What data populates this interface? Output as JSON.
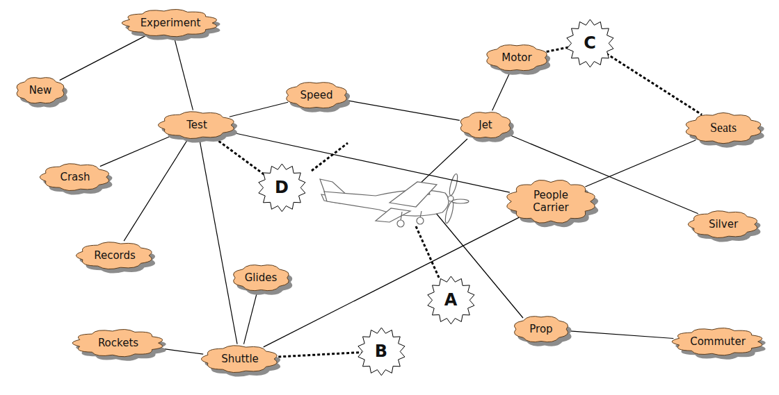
{
  "diagram": {
    "nodes": [
      {
        "text": [
          "Experiment"
        ]
      },
      {
        "text": [
          "Motor"
        ]
      },
      {
        "text": [
          "C"
        ]
      },
      {
        "text": [
          "New"
        ]
      },
      {
        "text": [
          "Speed"
        ]
      },
      {
        "text": [
          "Test"
        ]
      },
      {
        "text": [
          "Jet"
        ]
      },
      {
        "text": [
          "Seats"
        ]
      },
      {
        "text": [
          "Crash"
        ]
      },
      {
        "text": [
          "D"
        ]
      },
      {
        "text": [
          "People Carrier"
        ]
      },
      {
        "text": [
          "Silver"
        ]
      },
      {
        "text": [
          "Records"
        ]
      },
      {
        "text": [
          "Glides"
        ]
      },
      {
        "text": [
          "A"
        ]
      },
      {
        "text": [
          "Prop"
        ]
      },
      {
        "text": [
          "Rockets"
        ]
      },
      {
        "text": [
          "Shuttle"
        ]
      },
      {
        "text": [
          "B"
        ]
      },
      {
        "text": [
          "Commuter"
        ]
      }
    ],
    "edges": [
      {
        "from": 3,
        "to": 0,
        "arrow": "none"
      },
      {
        "from": 0,
        "to": 5,
        "arrow": "none"
      },
      {
        "from": 5,
        "to": 4,
        "arrow": "none"
      },
      {
        "from": 4,
        "to": 6,
        "arrow": "none"
      },
      {
        "from": 5,
        "to": 8,
        "arrow": "none"
      },
      {
        "from": 5,
        "to": 12,
        "arrow": "none"
      },
      {
        "from": 5,
        "to": 17,
        "arrow": "none"
      },
      {
        "from": 5,
        "to": 10,
        "arrow": "none"
      },
      {
        "from": 1,
        "to": 6,
        "arrow": "none"
      },
      {
        "from": 6,
        "to": 11,
        "arrow": "none"
      },
      {
        "from": 10,
        "to": 7,
        "arrow": "none"
      },
      {
        "from": 10,
        "to": 17,
        "arrow": "none"
      },
      {
        "from": 13,
        "to": 17,
        "arrow": "none"
      },
      {
        "from": 16,
        "to": 17,
        "arrow": "none"
      },
      {
        "from": 15,
        "to": 19,
        "arrow": "none"
      },
      {
        "from": 1,
        "to": 2,
        "arrow": "none"
      },
      {
        "from": 2,
        "to": 7,
        "arrow": "none"
      },
      {
        "from": 17,
        "to": 18,
        "arrow": "none"
      },
      {
        "from": 5,
        "to": 9,
        "arrow": "none"
      }
    ]
  }
}
